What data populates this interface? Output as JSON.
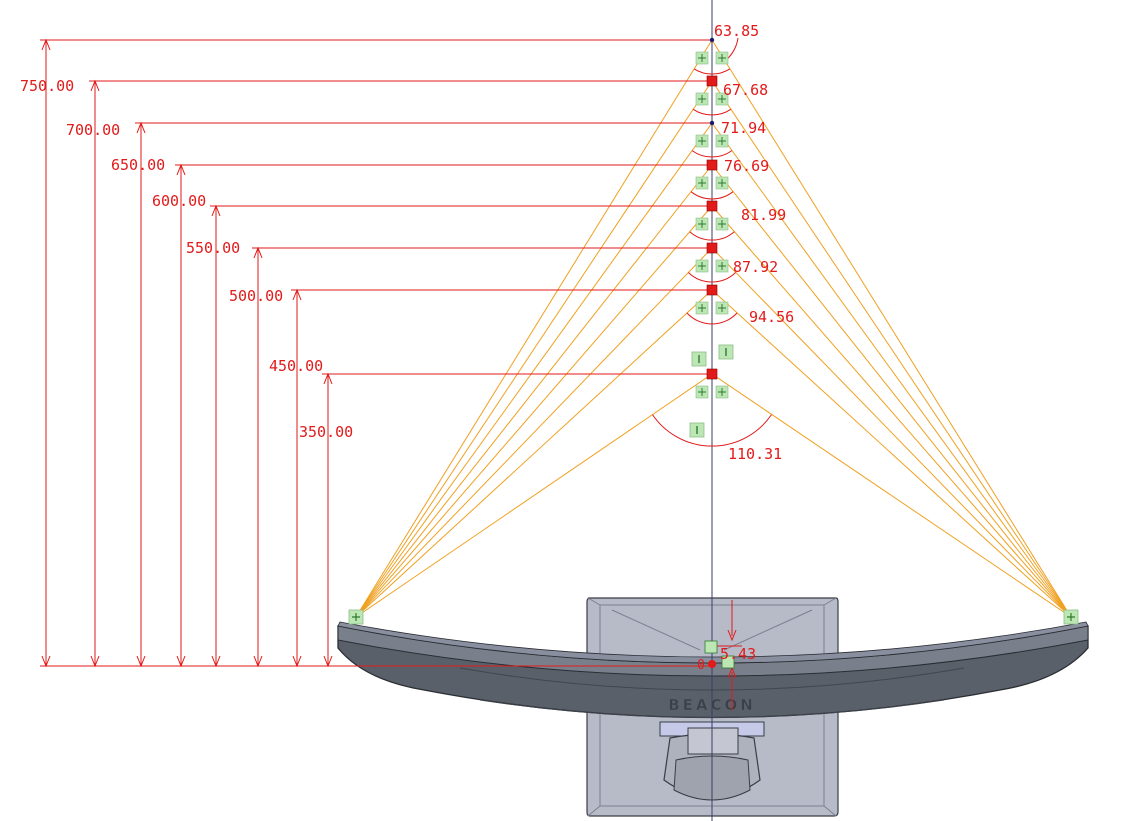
{
  "drawing": {
    "height_dimensions": [
      {
        "label": "750.00",
        "value": 750.0
      },
      {
        "label": "700.00",
        "value": 700.0
      },
      {
        "label": "650.00",
        "value": 650.0
      },
      {
        "label": "600.00",
        "value": 600.0
      },
      {
        "label": "550.00",
        "value": 550.0
      },
      {
        "label": "500.00",
        "value": 500.0
      },
      {
        "label": "450.00",
        "value": 450.0
      },
      {
        "label": "350.00",
        "value": 350.0
      }
    ],
    "angle_dimensions": [
      {
        "label": "63.85",
        "value": 63.85
      },
      {
        "label": "67.68",
        "value": 67.68
      },
      {
        "label": "71.94",
        "value": 71.94
      },
      {
        "label": "76.69",
        "value": 76.69
      },
      {
        "label": "81.99",
        "value": 81.99
      },
      {
        "label": "87.92",
        "value": 87.92
      },
      {
        "label": "94.56",
        "value": 94.56
      },
      {
        "label": "110.31",
        "value": 110.31
      }
    ],
    "small_dimension": {
      "label": "5.43"
    },
    "anchor_label": "0",
    "monitor_logo": "BEACON",
    "colors": {
      "dimension": "#e21a1a",
      "sight_line": "#f0a020",
      "monitor_body": "#5b616b",
      "stand": "#b8bcc8",
      "constraint_marker": "#bde6b5"
    }
  }
}
